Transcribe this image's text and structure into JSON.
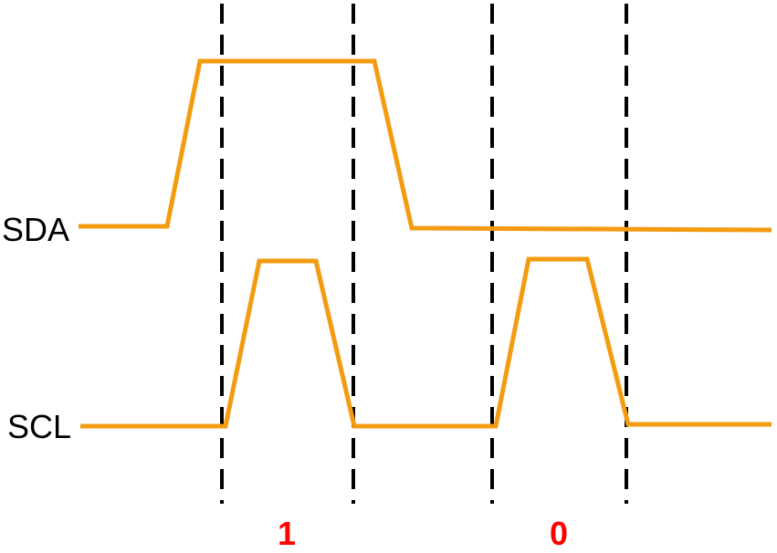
{
  "signals": {
    "sda": {
      "label": "SDA"
    },
    "scl": {
      "label": "SCL"
    }
  },
  "bits": [
    {
      "value": "1"
    },
    {
      "value": "0"
    }
  ],
  "colors": {
    "waveform": "#F39C12",
    "bit_label": "#FF0000",
    "divider": "#000000",
    "background": "#FFFFFF"
  }
}
